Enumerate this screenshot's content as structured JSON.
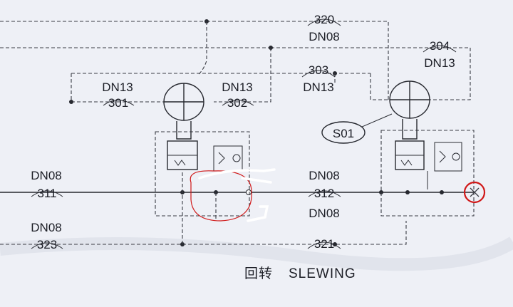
{
  "title": {
    "chinese": "回转",
    "english": "SLEWING"
  },
  "labels": {
    "l320": "320",
    "l320_size": "DN08",
    "l304": "304",
    "l304_size": "DN13",
    "l303": "303",
    "l303_size": "DN13",
    "l301_size": "DN13",
    "l301": "301",
    "l302_size": "DN13",
    "l302": "302",
    "s01": "S01",
    "l311_size": "DN08",
    "l311": "311",
    "l312_size": "DN08",
    "l312": "312",
    "l312_size2": "DN08",
    "l323_size": "DN08",
    "l323": "323",
    "l321": "321"
  },
  "colors": {
    "paper": "#eef0f6",
    "ink": "#26282f",
    "annotation": "#d01818"
  }
}
